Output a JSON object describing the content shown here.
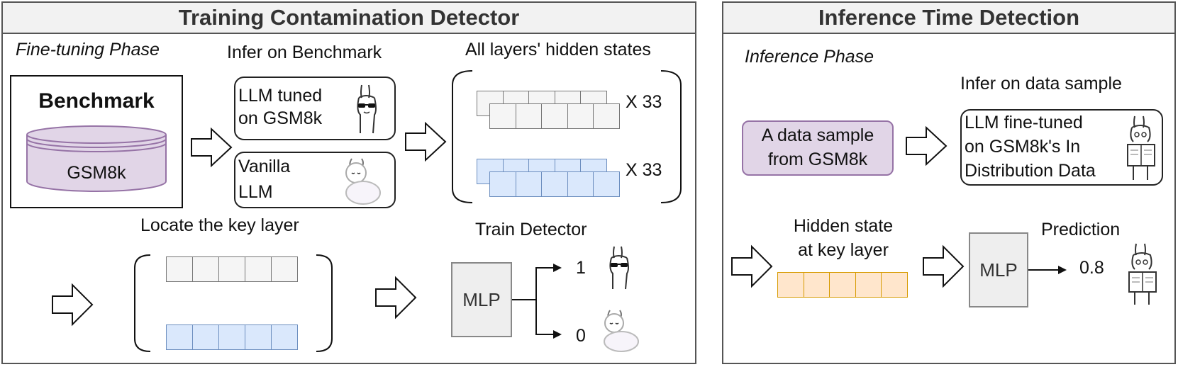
{
  "training": {
    "title": "Training Contamination Detector",
    "phase": "Fine-tuning Phase",
    "benchmark_title": "Benchmark",
    "benchmark_db": "GSM8k",
    "infer_title": "Infer on Benchmark",
    "llm_tuned_line1": "LLM tuned",
    "llm_tuned_line2": "on GSM8k",
    "vanilla_line1": "Vanilla",
    "vanilla_line2": "LLM",
    "hidden_title": "All layers' hidden states",
    "x33_top": "X 33",
    "x33_bottom": "X 33",
    "locate_title": "Locate the key layer",
    "train_title": "Train Detector",
    "mlp": "MLP",
    "out_one": "1",
    "out_zero": "0"
  },
  "inference": {
    "title": "Inference Time Detection",
    "phase": "Inference Phase",
    "infer_title": "Infer on data sample",
    "sample_line1": "A data sample",
    "sample_line2": "from GSM8k",
    "llm_line1": "LLM fine-tuned",
    "llm_line2": "on GSM8k's In",
    "llm_line3": "Distribution Data",
    "hidden_line1": "Hidden state",
    "hidden_line2": "at key layer",
    "mlp": "MLP",
    "prediction_title": "Prediction",
    "prediction_value": "0.8"
  },
  "colors": {
    "gray_cell": "#f2f2f2",
    "blue_cell": "#dae8fc",
    "orange_cell": "#ffe6cc",
    "purple_fill": "#e1d5e7"
  },
  "icons": [
    "llama-sunglasses-icon",
    "alpaca-fluffy-icon",
    "llama-reading-icon"
  ]
}
